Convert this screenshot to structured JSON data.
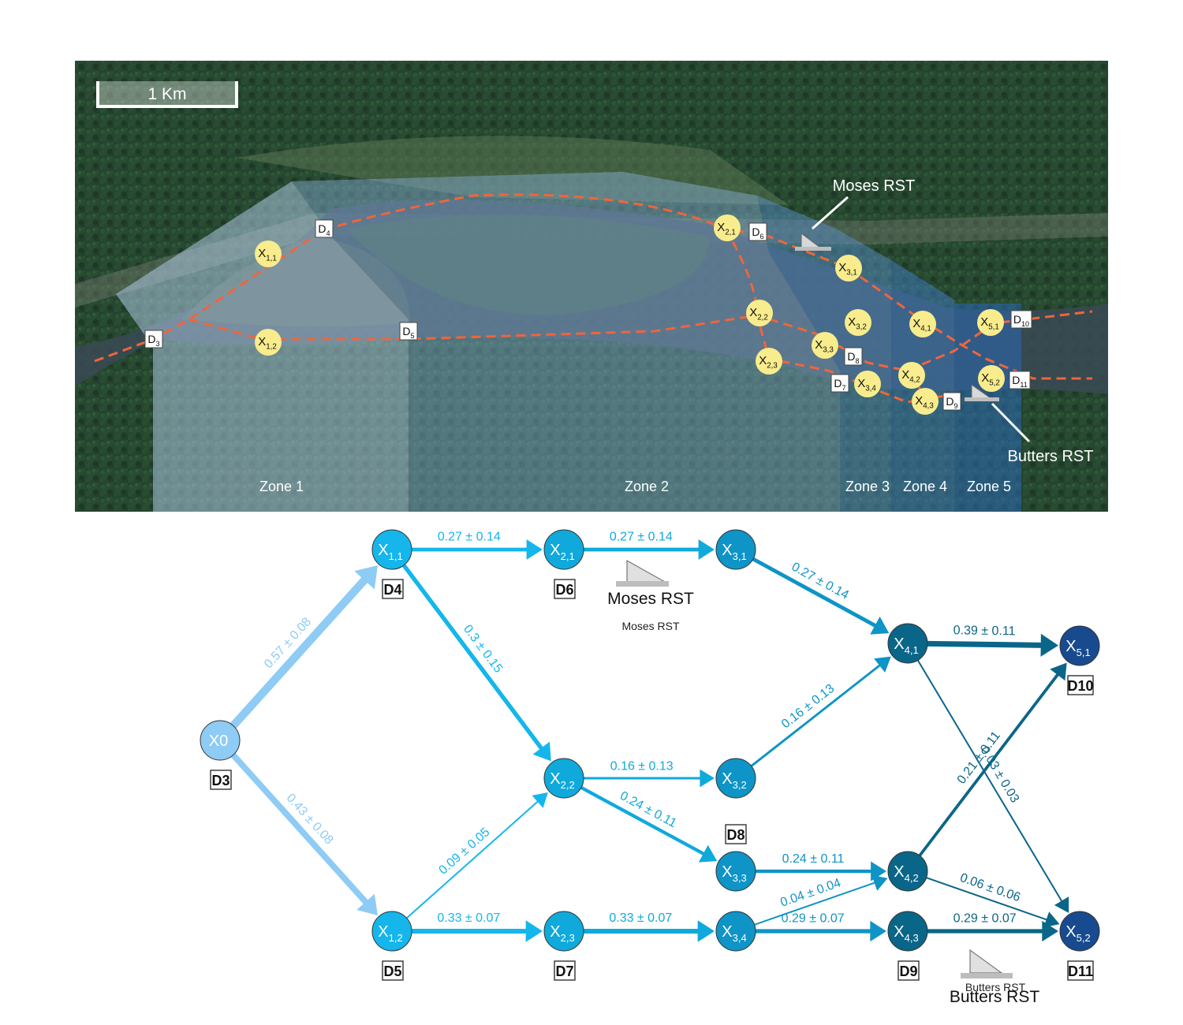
{
  "map": {
    "scale_label": "1 Km",
    "zones": [
      "Zone 1",
      "Zone 2",
      "Zone 3",
      "Zone 4",
      "Zone 5"
    ],
    "callouts": {
      "moses": "Moses RST",
      "butters": "Butters RST"
    },
    "nodes": [
      {
        "id": "X1,1",
        "base": "X",
        "sub": "1,1"
      },
      {
        "id": "X1,2",
        "base": "X",
        "sub": "1,2"
      },
      {
        "id": "X2,1",
        "base": "X",
        "sub": "2,1"
      },
      {
        "id": "X2,2",
        "base": "X",
        "sub": "2,2"
      },
      {
        "id": "X2,3",
        "base": "X",
        "sub": "2,3"
      },
      {
        "id": "X3,1",
        "base": "X",
        "sub": "3,1"
      },
      {
        "id": "X3,2",
        "base": "X",
        "sub": "3,2"
      },
      {
        "id": "X3,3",
        "base": "X",
        "sub": "3,3"
      },
      {
        "id": "X3,4",
        "base": "X",
        "sub": "3,4"
      },
      {
        "id": "X4,1",
        "base": "X",
        "sub": "4,1"
      },
      {
        "id": "X4,2",
        "base": "X",
        "sub": "4,2"
      },
      {
        "id": "X4,3",
        "base": "X",
        "sub": "4,3"
      },
      {
        "id": "X5,1",
        "base": "X",
        "sub": "5,1"
      },
      {
        "id": "X5,2",
        "base": "X",
        "sub": "5,2"
      }
    ],
    "detectors": [
      {
        "id": "D3",
        "base": "D",
        "sub": "3"
      },
      {
        "id": "D4",
        "base": "D",
        "sub": "4"
      },
      {
        "id": "D5",
        "base": "D",
        "sub": "5"
      },
      {
        "id": "D6",
        "base": "D",
        "sub": "6"
      },
      {
        "id": "D7",
        "base": "D",
        "sub": "7"
      },
      {
        "id": "D8",
        "base": "D",
        "sub": "8"
      },
      {
        "id": "D9",
        "base": "D",
        "sub": "9"
      },
      {
        "id": "D10",
        "base": "D",
        "sub": "10"
      },
      {
        "id": "D11",
        "base": "D",
        "sub": "11"
      }
    ]
  },
  "network": {
    "nodes": [
      {
        "id": "X0",
        "base": "X0",
        "sub": "",
        "color": "#8ecbf5",
        "detector": "D3"
      },
      {
        "id": "X1,1",
        "base": "X",
        "sub": "1,1",
        "color": "#14b6ec",
        "detector": "D4"
      },
      {
        "id": "X1,2",
        "base": "X",
        "sub": "1,2",
        "color": "#14b6ec",
        "detector": "D5"
      },
      {
        "id": "X2,1",
        "base": "X",
        "sub": "2,1",
        "color": "#0fa9dc",
        "detector": "D6"
      },
      {
        "id": "X2,2",
        "base": "X",
        "sub": "2,2",
        "color": "#0fa9dc",
        "detector": ""
      },
      {
        "id": "X2,3",
        "base": "X",
        "sub": "2,3",
        "color": "#0fa9dc",
        "detector": "D7"
      },
      {
        "id": "X3,1",
        "base": "X",
        "sub": "3,1",
        "color": "#0e94c6",
        "detector": ""
      },
      {
        "id": "X3,2",
        "base": "X",
        "sub": "3,2",
        "color": "#0e94c6",
        "detector": ""
      },
      {
        "id": "X3,3",
        "base": "X",
        "sub": "3,3",
        "color": "#0e94c6",
        "detector": ""
      },
      {
        "id": "X3,4",
        "base": "X",
        "sub": "3,4",
        "color": "#0e94c6",
        "detector": ""
      },
      {
        "id": "X4,1",
        "base": "X",
        "sub": "4,1",
        "color": "#0a6688",
        "detector": ""
      },
      {
        "id": "X4,2",
        "base": "X",
        "sub": "4,2",
        "color": "#0a6688",
        "detector": ""
      },
      {
        "id": "X4,3",
        "base": "X",
        "sub": "4,3",
        "color": "#0a6688",
        "detector": "D9"
      },
      {
        "id": "X5,1",
        "base": "X",
        "sub": "5,1",
        "color": "#184a8f",
        "detector": "D10"
      },
      {
        "id": "X5,2",
        "base": "X",
        "sub": "5,2",
        "color": "#184a8f",
        "detector": "D11"
      }
    ],
    "extra_detectors": [
      "D8"
    ],
    "edges": [
      {
        "from": "X0",
        "to": "X1,1",
        "label": "0.57 ± 0.08",
        "color": "#8ecbf5",
        "weight": 0.57
      },
      {
        "from": "X0",
        "to": "X1,2",
        "label": "0.43 ± 0.08",
        "color": "#8ecbf5",
        "weight": 0.43
      },
      {
        "from": "X1,1",
        "to": "X2,1",
        "label": "0.27 ± 0.14",
        "color": "#14b6ec",
        "weight": 0.27
      },
      {
        "from": "X1,1",
        "to": "X2,2",
        "label": "0.3 ± 0.15",
        "color": "#14b6ec",
        "weight": 0.3
      },
      {
        "from": "X1,2",
        "to": "X2,2",
        "label": "0.09 ± 0.05",
        "color": "#14b6ec",
        "weight": 0.09
      },
      {
        "from": "X1,2",
        "to": "X2,3",
        "label": "0.33 ± 0.07",
        "color": "#14b6ec",
        "weight": 0.33
      },
      {
        "from": "X2,1",
        "to": "X3,1",
        "label": "0.27 ± 0.14",
        "color": "#0fa9dc",
        "weight": 0.27
      },
      {
        "from": "X2,2",
        "to": "X3,2",
        "label": "0.16 ± 0.13",
        "color": "#0fa9dc",
        "weight": 0.16
      },
      {
        "from": "X2,2",
        "to": "X3,3",
        "label": "0.24 ± 0.11",
        "color": "#0fa9dc",
        "weight": 0.24
      },
      {
        "from": "X2,3",
        "to": "X3,4",
        "label": "0.33 ± 0.07",
        "color": "#0fa9dc",
        "weight": 0.33
      },
      {
        "from": "X3,1",
        "to": "X4,1",
        "label": "0.27 ± 0.14",
        "color": "#0e94c6",
        "weight": 0.27
      },
      {
        "from": "X3,2",
        "to": "X4,1",
        "label": "0.16 ± 0.13",
        "color": "#0e94c6",
        "weight": 0.16
      },
      {
        "from": "X3,3",
        "to": "X4,2",
        "label": "0.24 ± 0.11",
        "color": "#0e94c6",
        "weight": 0.24
      },
      {
        "from": "X3,4",
        "to": "X4,2",
        "label": "0.04 ± 0.04",
        "color": "#0e94c6",
        "weight": 0.04
      },
      {
        "from": "X3,4",
        "to": "X4,3",
        "label": "0.29 ± 0.07",
        "color": "#0e94c6",
        "weight": 0.29
      },
      {
        "from": "X4,1",
        "to": "X5,1",
        "label": "0.39 ± 0.11",
        "color": "#0a6688",
        "weight": 0.39
      },
      {
        "from": "X4,1",
        "to": "X5,2",
        "label": "0.03 ± 0.03",
        "color": "#0a6688",
        "weight": 0.03
      },
      {
        "from": "X4,2",
        "to": "X5,1",
        "label": "0.21 ± 0.11",
        "color": "#0a6688",
        "weight": 0.21
      },
      {
        "from": "X4,2",
        "to": "X5,2",
        "label": "0.06 ± 0.06",
        "color": "#0a6688",
        "weight": 0.06
      },
      {
        "from": "X4,3",
        "to": "X5,2",
        "label": "0.29 ± 0.07",
        "color": "#0a6688",
        "weight": 0.29
      }
    ],
    "traps": {
      "moses": {
        "label": "Moses RST",
        "label_small": "Moses RST"
      },
      "butters": {
        "label": "Butters RST",
        "label_small": "Butters RST"
      }
    }
  }
}
